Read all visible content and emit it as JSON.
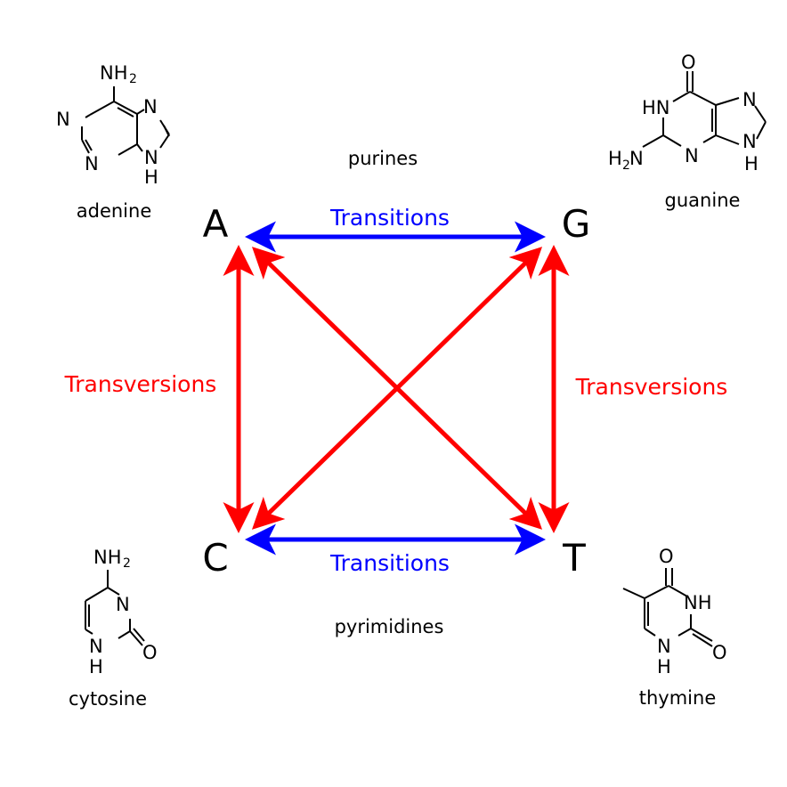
{
  "groups": {
    "purines": "purines",
    "pyrimidines": "pyrimidines"
  },
  "bases": {
    "A": {
      "letter": "A",
      "name": "adenine"
    },
    "G": {
      "letter": "G",
      "name": "guanine"
    },
    "C": {
      "letter": "C",
      "name": "cytosine"
    },
    "T": {
      "letter": "T",
      "name": "thymine"
    }
  },
  "mutations": {
    "transitions_label": "Transitions",
    "transversions_label": "Transversions",
    "transition_pairs": [
      [
        "A",
        "G"
      ],
      [
        "C",
        "T"
      ]
    ],
    "transversion_pairs": [
      [
        "A",
        "C"
      ],
      [
        "G",
        "T"
      ],
      [
        "A",
        "T"
      ],
      [
        "G",
        "C"
      ]
    ]
  },
  "atoms": {
    "N": "N",
    "H": "H",
    "O": "O",
    "NH": "NH",
    "HN": "HN",
    "2": "2"
  },
  "colors": {
    "transition": "#0000ff",
    "transversion": "#ff0000",
    "text": "#000000"
  }
}
